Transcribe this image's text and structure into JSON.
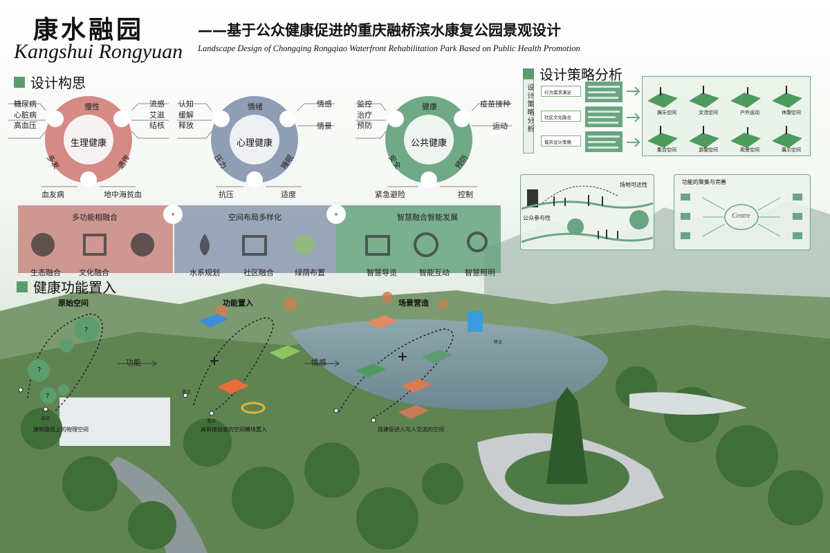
{
  "header": {
    "title_cn": "康水融园",
    "title_en": "Kangshui Rongyuan",
    "subtitle_cn": "——基于公众健康促进的重庆融桥滨水康复公园景观设计",
    "subtitle_en": "Landscape Design of Chongqing Rongqiao Waterfront Rehabilitation Park Based on Public Health Promotion"
  },
  "sections": {
    "concept": "设计构思",
    "strategy": "设计策略分析",
    "function": "健康功能置入"
  },
  "rings": [
    {
      "center": "生理健康",
      "ring_labels": [
        "慢性",
        "遗传",
        "多发"
      ],
      "left": [
        "糖尿病",
        "心脏病",
        "高血压"
      ],
      "right": [
        "流感",
        "艾滋",
        "结核"
      ],
      "bottom": [
        "血友病",
        "地中海贫血"
      ],
      "color": "#d48a85"
    },
    {
      "center": "心理健康",
      "ring_labels": [
        "情绪",
        "压力",
        "睡眠"
      ],
      "left": [
        "认知",
        "缓解",
        "释放"
      ],
      "right": [
        "情感",
        "情景"
      ],
      "bottom": [
        "抗压",
        "适度"
      ],
      "color": "#8f9eb5"
    },
    {
      "center": "公共健康",
      "ring_labels": [
        "健康",
        "安全",
        "预防"
      ],
      "left": [
        "监控",
        "治疗",
        "预防"
      ],
      "right": [
        "疫苗接种",
        "运动"
      ],
      "bottom": [
        "紧急避险",
        "控制"
      ],
      "color": "#6fa985"
    }
  ],
  "bands": [
    {
      "title": "多功能相融合",
      "icons": [
        "生态融合",
        "文化融合",
        ""
      ],
      "color": "#c98a84"
    },
    {
      "title": "空间布局多样化",
      "icons": [
        "水系规划",
        "社区融合",
        "绿荫布置"
      ],
      "color": "#8d9bb0"
    },
    {
      "title": "智慧融合智能发展",
      "icons": [
        "智慧导览",
        "智能互动",
        "智慧照明"
      ],
      "color": "#6aa583"
    }
  ],
  "strategy": {
    "vertical_label": "设计策略分析",
    "items": [
      "行为需求满足",
      "社区文化融合",
      "城市设计策略"
    ],
    "spaces_top": [
      "娱乐空间",
      "交流空间",
      "户外运动",
      "休憩空间"
    ],
    "spaces_bottom": [
      "集合空间",
      "游憩空间",
      "观景空间",
      "展示空间"
    ],
    "panel1_labels": [
      "场地可达性",
      "公众参与性"
    ],
    "panel2_title": "功能的聚集与完善",
    "centre_label": "Centre"
  },
  "function_diagram": {
    "titles": [
      "原始空间",
      "功能置入",
      "场景营造"
    ],
    "captions": [
      "建筑路径上的物理空间",
      "具有体验感的空间模块置入",
      "搭建促进人与人交流的空间"
    ],
    "arrows": [
      "功能",
      "情感"
    ],
    "markers": [
      "起点",
      "终点"
    ],
    "question": "?"
  },
  "colors": {
    "accent": "#5c9d6f",
    "red": "#d48a85",
    "blue": "#8f9eb5",
    "green": "#6fa985"
  }
}
